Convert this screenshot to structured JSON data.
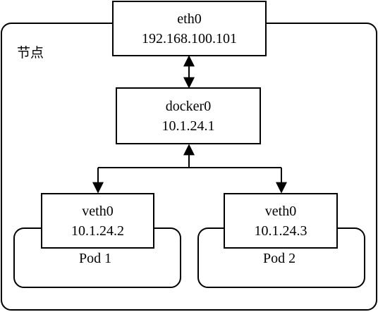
{
  "node": {
    "label": "节点"
  },
  "eth0": {
    "name": "eth0",
    "ip": "192.168.100.101"
  },
  "docker0": {
    "name": "docker0",
    "ip": "10.1.24.1"
  },
  "pods": [
    {
      "label": "Pod 1",
      "veth": {
        "name": "veth0",
        "ip": "10.1.24.2"
      }
    },
    {
      "label": "Pod 2",
      "veth": {
        "name": "veth0",
        "ip": "10.1.24.3"
      }
    }
  ]
}
